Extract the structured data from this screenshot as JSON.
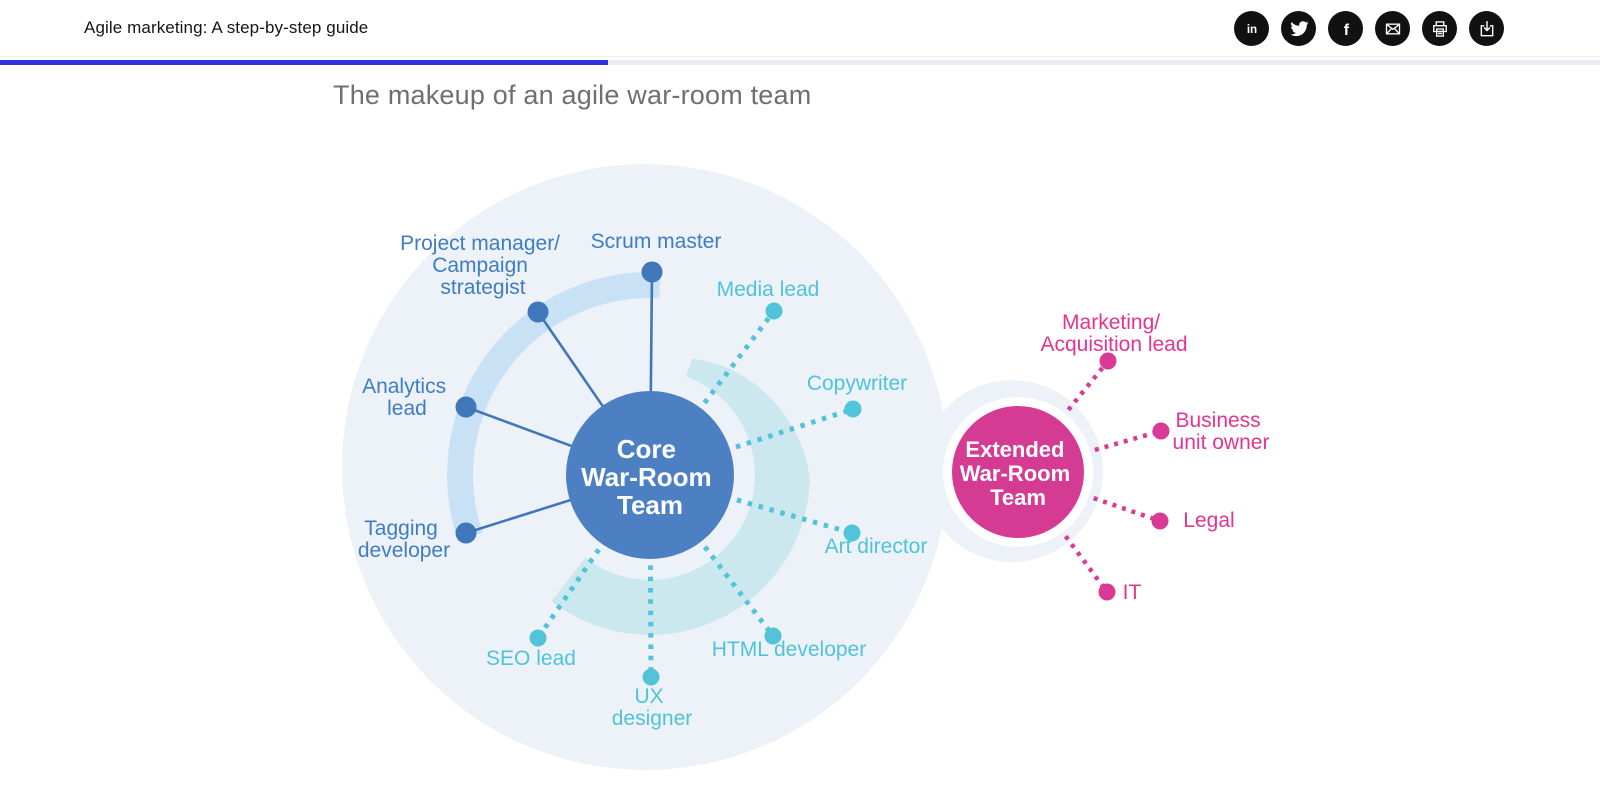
{
  "header": {
    "title": "Agile marketing: A step-by-step guide",
    "share_icons": [
      "linkedin",
      "twitter",
      "facebook",
      "email",
      "print",
      "download"
    ],
    "progress_percent": 38
  },
  "figure": {
    "title": "The makeup of an agile war-room team",
    "colors": {
      "progress_blue": "#2d34dd",
      "bg_circle": "#edf2f8",
      "core_blue": "#4d80c2",
      "line_blue": "#4076ba",
      "label_blue": "#3e7dc5",
      "arc_blue": "#c8e1f5",
      "teal": "#52c4da",
      "teal_label": "#4ec3da",
      "arc_teal": "#cbe8ee",
      "pink": "#d63b93",
      "pink_dot": "#d93a96",
      "pink_label": "#e5348f"
    },
    "core": {
      "label": [
        "Core",
        "War-Room",
        "Team"
      ],
      "solid_roles": [
        {
          "label": [
            "Project manager/",
            "Campaign",
            "strategist"
          ]
        },
        {
          "label": [
            "Scrum master"
          ]
        },
        {
          "label": [
            "Analytics",
            "lead"
          ]
        },
        {
          "label": [
            "Tagging",
            "developer"
          ]
        }
      ],
      "dotted_roles": [
        {
          "label": [
            "Media lead"
          ]
        },
        {
          "label": [
            "Copywriter"
          ]
        },
        {
          "label": [
            "Art director"
          ]
        },
        {
          "label": [
            "HTML developer"
          ]
        },
        {
          "label": [
            "UX",
            "designer"
          ]
        },
        {
          "label": [
            "SEO lead"
          ]
        }
      ]
    },
    "extended": {
      "label": [
        "Extended",
        "War-Room",
        "Team"
      ],
      "roles": [
        {
          "label": [
            "Marketing/",
            "Acquisition lead"
          ]
        },
        {
          "label": [
            "Business",
            "unit owner"
          ]
        },
        {
          "label": [
            "Legal"
          ]
        },
        {
          "label": [
            "IT"
          ]
        }
      ]
    }
  }
}
